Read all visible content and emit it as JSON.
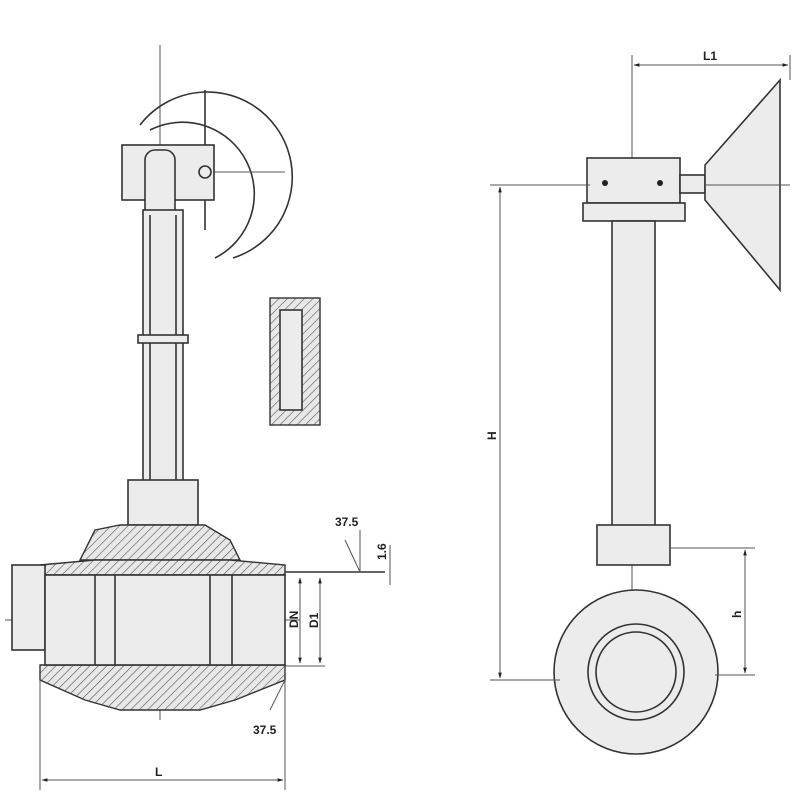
{
  "labels": {
    "L1": "L1",
    "H": "H",
    "h": "h",
    "L": "L",
    "DN": "DN",
    "D1": "D1",
    "bevel_top": "37.5",
    "bevel_bottom": "37.5",
    "land": "1.6"
  }
}
